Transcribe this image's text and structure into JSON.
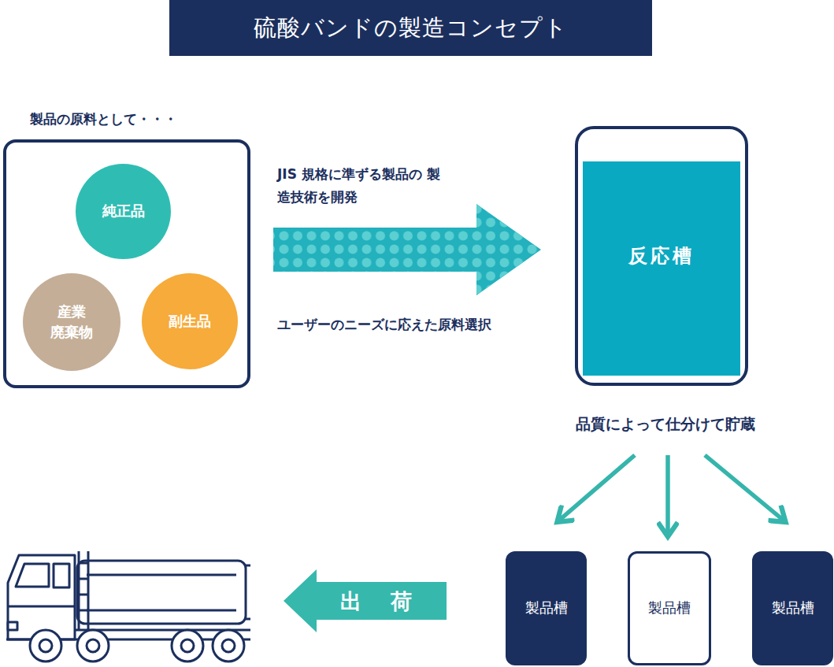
{
  "diagram": {
    "title": "硫酸バンドの製造コンセプト",
    "nodes": [
      {
        "text": [
          "製品の原料として・・・"
        ]
      },
      {
        "text": [
          "純正品"
        ],
        "in": 0
      },
      {
        "text": [
          "産業 廃棄物"
        ],
        "in": 0
      },
      {
        "text": [
          "副生品"
        ],
        "in": 0
      },
      {
        "text": [
          "反応槽"
        ]
      },
      {
        "text": [
          "製品槽"
        ]
      },
      {
        "text": [
          "製品槽"
        ]
      },
      {
        "text": [
          "製品槽"
        ]
      }
    ],
    "edges": [
      {
        "from": 0,
        "to": 4,
        "arrow": "to",
        "label": "JIS 規格に準ずる製品の 製造技術を開発"
      },
      {
        "from": 4,
        "to": 5,
        "arrow": "to"
      },
      {
        "from": 4,
        "to": 6,
        "arrow": "to"
      },
      {
        "from": 4,
        "to": 7,
        "arrow": "to"
      }
    ],
    "labels": [
      "ユーザーのニーズに応えた原料選択",
      "品質によって仕分けて貯蔵",
      "出 荷"
    ]
  }
}
